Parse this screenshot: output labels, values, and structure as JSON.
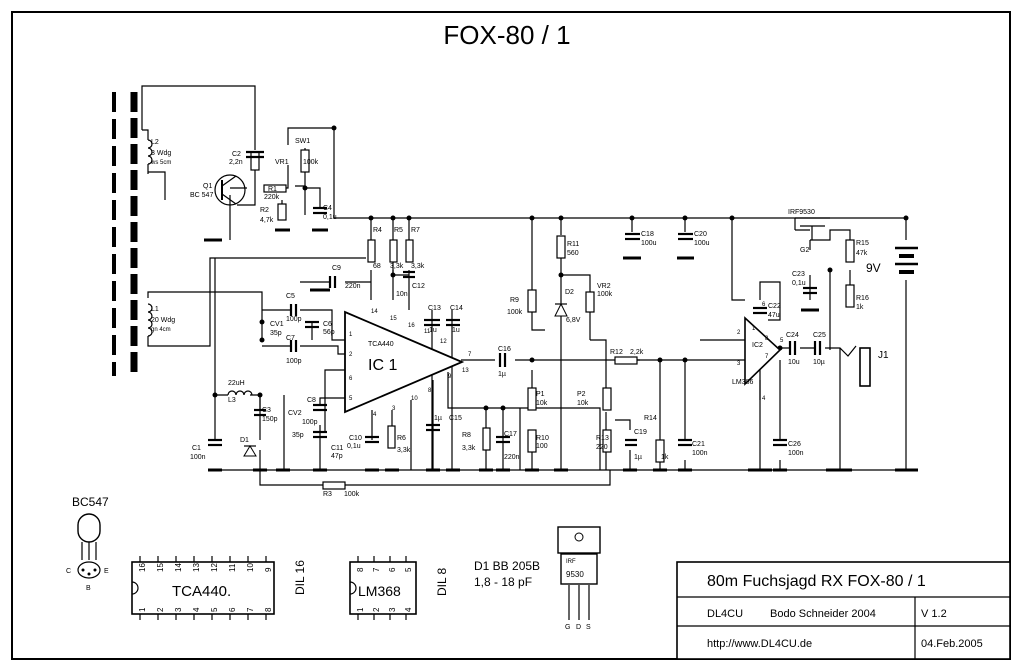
{
  "title": "FOX-80 / 1",
  "labels": {
    "l2_name": "L2",
    "l2_turns": "3 Wdg",
    "l2_color": "ws  5cm",
    "l1_name": "L1",
    "l1_turns": "20 Wdg",
    "l1_color": "gn  4cm",
    "c2_name": "C2",
    "c2_val": "2,2n",
    "q1_name": "Q1",
    "q1_type": "BC 547",
    "sw1": "SW1",
    "vr1_name": "VR1",
    "vr1_val": "100k",
    "r1_name": "R1",
    "r1_val": "220k",
    "r2_name": "R2",
    "r2_val": "4,7k",
    "c4_name": "C4",
    "c4_val": "0,1u",
    "r4_name": "R4",
    "r4_val": "68",
    "r5_name": "R5",
    "r5_val": "3,3k",
    "r7_name": "R7",
    "r7_val": "3,3k",
    "c9_name": "C9",
    "c9_val": "220n",
    "c12_name": "C12",
    "c12_val": "10n",
    "c13_name": "C13",
    "c13_val": "1u",
    "c14_name": "C14",
    "c14_val": "1u",
    "c5_name": "C5",
    "c5_val": "100p",
    "c6_name": "C6",
    "c6_val": "56p",
    "cv1_name": "CV1",
    "cv1_val": "35p",
    "c7_name": "C7",
    "c7_val": "100p",
    "ic1_type": "TCA440",
    "ic1_name": "IC 1",
    "l3_val": "22uH",
    "l3_name": "L3",
    "c3_name": "C3",
    "c3_val": "150p",
    "cv2_name": "CV2",
    "cv2_val": "35p",
    "c8_name": "C8",
    "c8_val": "100p",
    "c11_name": "C11",
    "c11_val": "47p",
    "c10_name": "C10",
    "c10_val": "0,1u",
    "r6_name": "R6",
    "r6_val": "3,3k",
    "c1_name": "C1",
    "c1_val": "100n",
    "d1_name": "D1",
    "r3_name": "R3",
    "r3_val": "100k",
    "c15_name": "C15",
    "c15_val": "1µ",
    "r8_name": "R8",
    "r8_val": "3,3k",
    "c17_name": "C17",
    "c17_val": "220n",
    "c16_name": "C16",
    "c16_val": "1µ",
    "r9_name": "R9",
    "r9_val": "100k",
    "p1_name": "P1",
    "p1_val": "10k",
    "r10_name": "R10",
    "r10_val": "100",
    "r11_name": "R11",
    "r11_val": "560",
    "d2_name": "D2",
    "d2_val": "6,8V",
    "vr2_name": "VR2",
    "vr2_val": "100k",
    "r12_name": "R12",
    "r12_val": "2,2k",
    "p2_name": "P2",
    "p2_val": "10k",
    "r13_name": "R13",
    "r13_val": "220",
    "r14_name": "R14",
    "r14_val": "1k",
    "c19_name": "C19",
    "c19_val": "1µ",
    "c21_name": "C21",
    "c21_val": "100n",
    "c18_name": "C18",
    "c18_val": "100u",
    "c20_name": "C20",
    "c20_val": "100u",
    "ic2_name": "IC2",
    "ic2_type": "LM386",
    "c22_name": "C22",
    "c22_val": "47u",
    "c24_name": "C24",
    "c24_val": "10u",
    "c25_name": "C25",
    "c25_val": "10µ",
    "c26_name": "C26",
    "c26_val": "100n",
    "j1": "J1",
    "g2_type": "IRF9530",
    "g2_name": "G2",
    "c23_name": "C23",
    "c23_val": "0,1u",
    "r15_name": "R15",
    "r15_val": "47k",
    "r16_name": "R16",
    "r16_val": "1k",
    "battery": "9V",
    "pins": [
      "14",
      "15",
      "16",
      "1",
      "2",
      "6",
      "5",
      "4",
      "3",
      "10",
      "8",
      "11",
      "12",
      "13",
      "9",
      "7"
    ],
    "ic2_pins": [
      "2",
      "3",
      "4",
      "6",
      "8",
      "1",
      "7",
      "5"
    ]
  },
  "footer": {
    "bc547": "BC547",
    "pin_c": "C",
    "pin_e": "E",
    "pin_b": "B",
    "tca440": "TCA440.",
    "dil16": "DIL 16",
    "lm368": "LM368",
    "dil8": "DIL 8",
    "d1_line": "D1   BB 205B",
    "d1_range": "1,8 - 18 pF",
    "irf_top": "IRF",
    "irf_num": "9530",
    "pin_g": "G",
    "pin_d": "D",
    "pin_s": "S",
    "dil16_pins_top": [
      "16",
      "15",
      "14",
      "13",
      "12",
      "11",
      "10",
      "9"
    ],
    "dil16_pins_bottom": [
      "1",
      "2",
      "3",
      "4",
      "5",
      "6",
      "7",
      "8"
    ],
    "dil8_pins_top": [
      "8",
      "7",
      "6",
      "5"
    ],
    "dil8_pins_bottom": [
      "1",
      "2",
      "3",
      "4"
    ]
  },
  "titleblock": {
    "heading": "80m Fuchsjagd RX    FOX-80 / 1",
    "callsign": "DL4CU",
    "author": "Bodo Schneider  2004",
    "version": "V 1.2",
    "url": "http://www.DL4CU.de",
    "date": "04.Feb.2005"
  }
}
